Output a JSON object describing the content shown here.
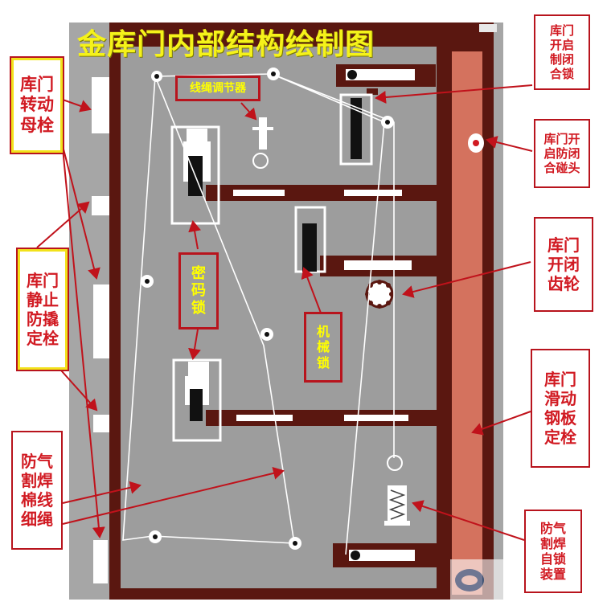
{
  "title": "金库门内部结构绘制图",
  "labels": {
    "left_door_bolt": "库门\n转动\n母栓",
    "left_static_bolt": "库门\n静止\n防撬\n定栓",
    "left_cable": "防气\n割焊\n棉线\n细绳",
    "right_lock_control": "库门\n开启\n制闭\n合锁",
    "right_bump": "库门开\n启防闭\n合碰头",
    "right_gear": "库门\n开闭\n齿轮",
    "right_slide_bolt": "库门\n滑动\n钢板\n定栓",
    "right_self_lock": "防气\n割焊\n自锁\n装置",
    "inner_regulator": "线绳调节器",
    "inner_combo_lock": "密\n码\n锁",
    "inner_mech_lock": "机\n械\n锁"
  },
  "colors": {
    "door_brown": "#5a1710",
    "panel_gray": "#9d9d9d",
    "slide_plate": "#d4725e",
    "arrow_red": "#c0121b",
    "title_yellow": "#f5f21a"
  }
}
